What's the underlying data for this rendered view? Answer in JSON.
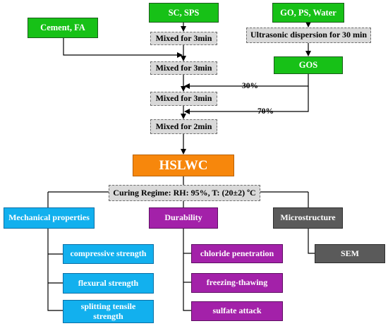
{
  "inputs": {
    "cement": "Cement, FA",
    "sc": "SC, SPS",
    "go": "GO, PS, Water"
  },
  "steps": {
    "ultrasonic": "Ultrasonic dispersion for 30 min",
    "gos": "GOS",
    "mix1": "Mixed for 3min",
    "mix2": "Mixed for 3min",
    "mix3": "Mixed for 3min",
    "mix4": "Mixed for 2min",
    "pct1": "30%",
    "pct2": "70%"
  },
  "product": "HSLWC",
  "curing": "Curing Regime: RH: 95%, T: (20±2) ºC",
  "categories": {
    "mechanical": "Mechanical properties",
    "durability": "Durability",
    "microstructure": "Microstructure"
  },
  "mechanical_items": [
    "compressive strength",
    "flexural strength",
    "splitting tensile strength"
  ],
  "durability_items": [
    "chloride penetration",
    "freezing-thawing",
    "sulfate attack"
  ],
  "microstructure_items": [
    "SEM"
  ],
  "colors": {
    "green": "#17c117",
    "gray": "#d9d9d9",
    "orange": "#f7870c",
    "blue": "#12b0ee",
    "purple": "#a321a9",
    "dark": "#5a5a5a"
  }
}
